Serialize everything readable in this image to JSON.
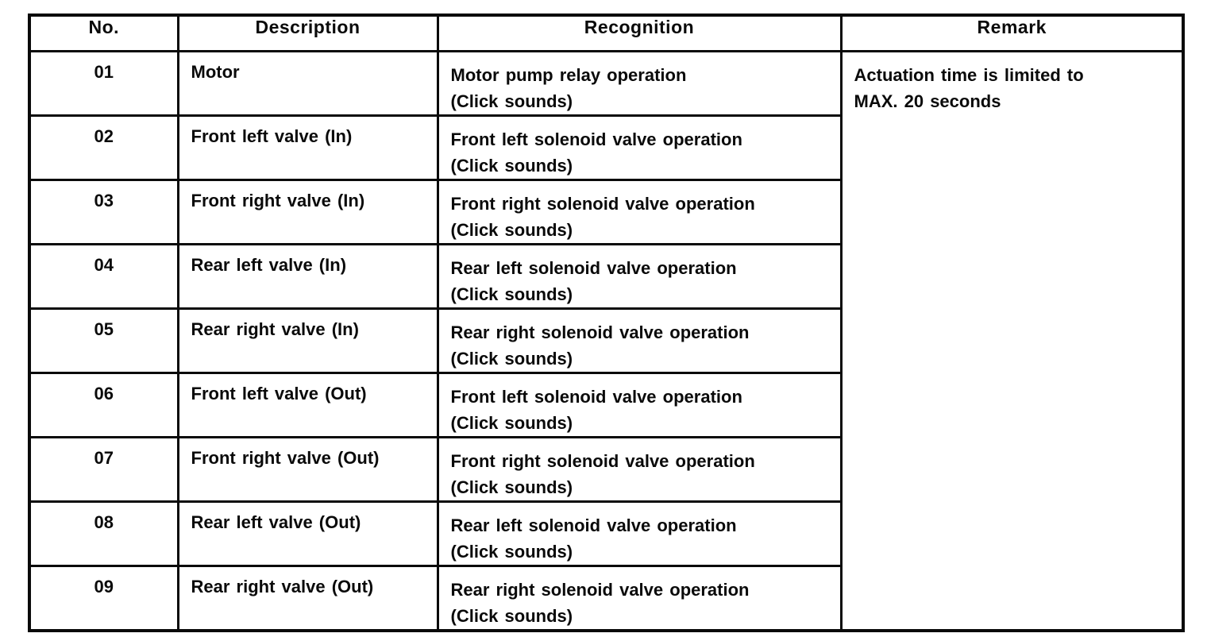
{
  "table": {
    "headers": {
      "no": "No.",
      "description": "Description",
      "recognition": "Recognition",
      "remark": "Remark"
    },
    "rows": [
      {
        "no": "01",
        "description": "Motor",
        "recognition1": "Motor pump relay operation",
        "recognition2": "(Click sounds)"
      },
      {
        "no": "02",
        "description": "Front left valve (In)",
        "recognition1": "Front left solenoid valve operation",
        "recognition2": "(Click sounds)"
      },
      {
        "no": "03",
        "description": "Front right valve (In)",
        "recognition1": "Front right solenoid valve operation",
        "recognition2": "(Click sounds)"
      },
      {
        "no": "04",
        "description": "Rear left valve (In)",
        "recognition1": "Rear left solenoid valve operation",
        "recognition2": "(Click sounds)"
      },
      {
        "no": "05",
        "description": "Rear right valve (In)",
        "recognition1": "Rear right solenoid valve operation",
        "recognition2": "(Click sounds)"
      },
      {
        "no": "06",
        "description": "Front left valve (Out)",
        "recognition1": "Front left solenoid valve operation",
        "recognition2": "(Click sounds)"
      },
      {
        "no": "07",
        "description": "Front right valve (Out)",
        "recognition1": "Front right solenoid valve operation",
        "recognition2": "(Click sounds)"
      },
      {
        "no": "08",
        "description": "Rear left valve (Out)",
        "recognition1": "Rear left solenoid valve operation",
        "recognition2": "(Click sounds)"
      },
      {
        "no": "09",
        "description": "Rear right valve (Out)",
        "recognition1": "Rear right solenoid valve operation",
        "recognition2": "(Click sounds)"
      }
    ],
    "remark": {
      "line1": "Actuation time is limited to",
      "line2": "MAX. 20 seconds"
    }
  },
  "colors": {
    "ink": "#0a0a0a",
    "paper": "#ffffff"
  }
}
